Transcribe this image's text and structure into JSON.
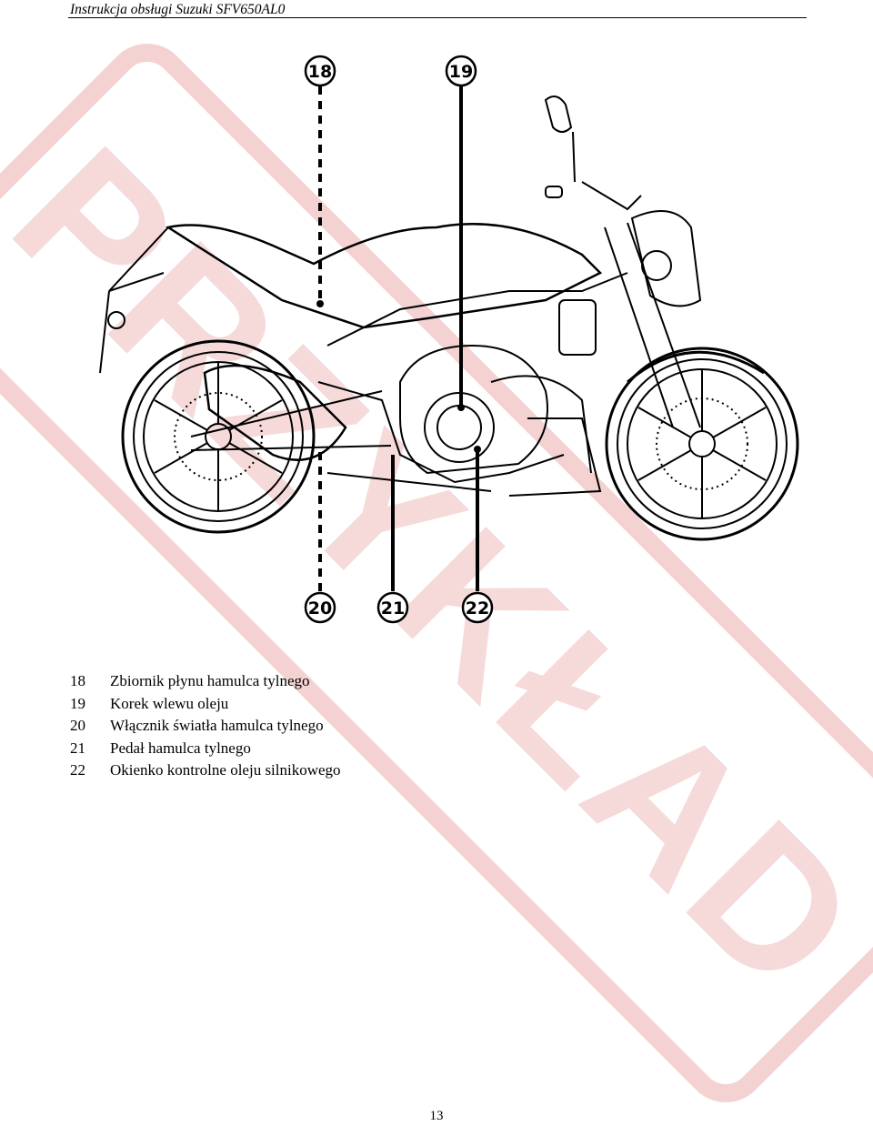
{
  "header": {
    "title": "Instrukcja obsługi Suzuki SFV650AL0"
  },
  "watermark": {
    "text": "PRZYKŁAD",
    "color": "#f2c6c6"
  },
  "figure": {
    "callouts": [
      {
        "number": "18",
        "style": "dashed"
      },
      {
        "number": "19",
        "style": "solid"
      },
      {
        "number": "20",
        "style": "dashed"
      },
      {
        "number": "21",
        "style": "solid"
      },
      {
        "number": "22",
        "style": "solid"
      }
    ]
  },
  "legend": [
    {
      "number": "18",
      "text": "Zbiornik płynu hamulca tylnego"
    },
    {
      "number": "19",
      "text": "Korek wlewu oleju"
    },
    {
      "number": "20",
      "text": "Włącznik światła hamulca tylnego"
    },
    {
      "number": "21",
      "text": "Pedał hamulca tylnego"
    },
    {
      "number": "22",
      "text": "Okienko kontrolne oleju silnikowego"
    }
  ],
  "page_number": "13"
}
